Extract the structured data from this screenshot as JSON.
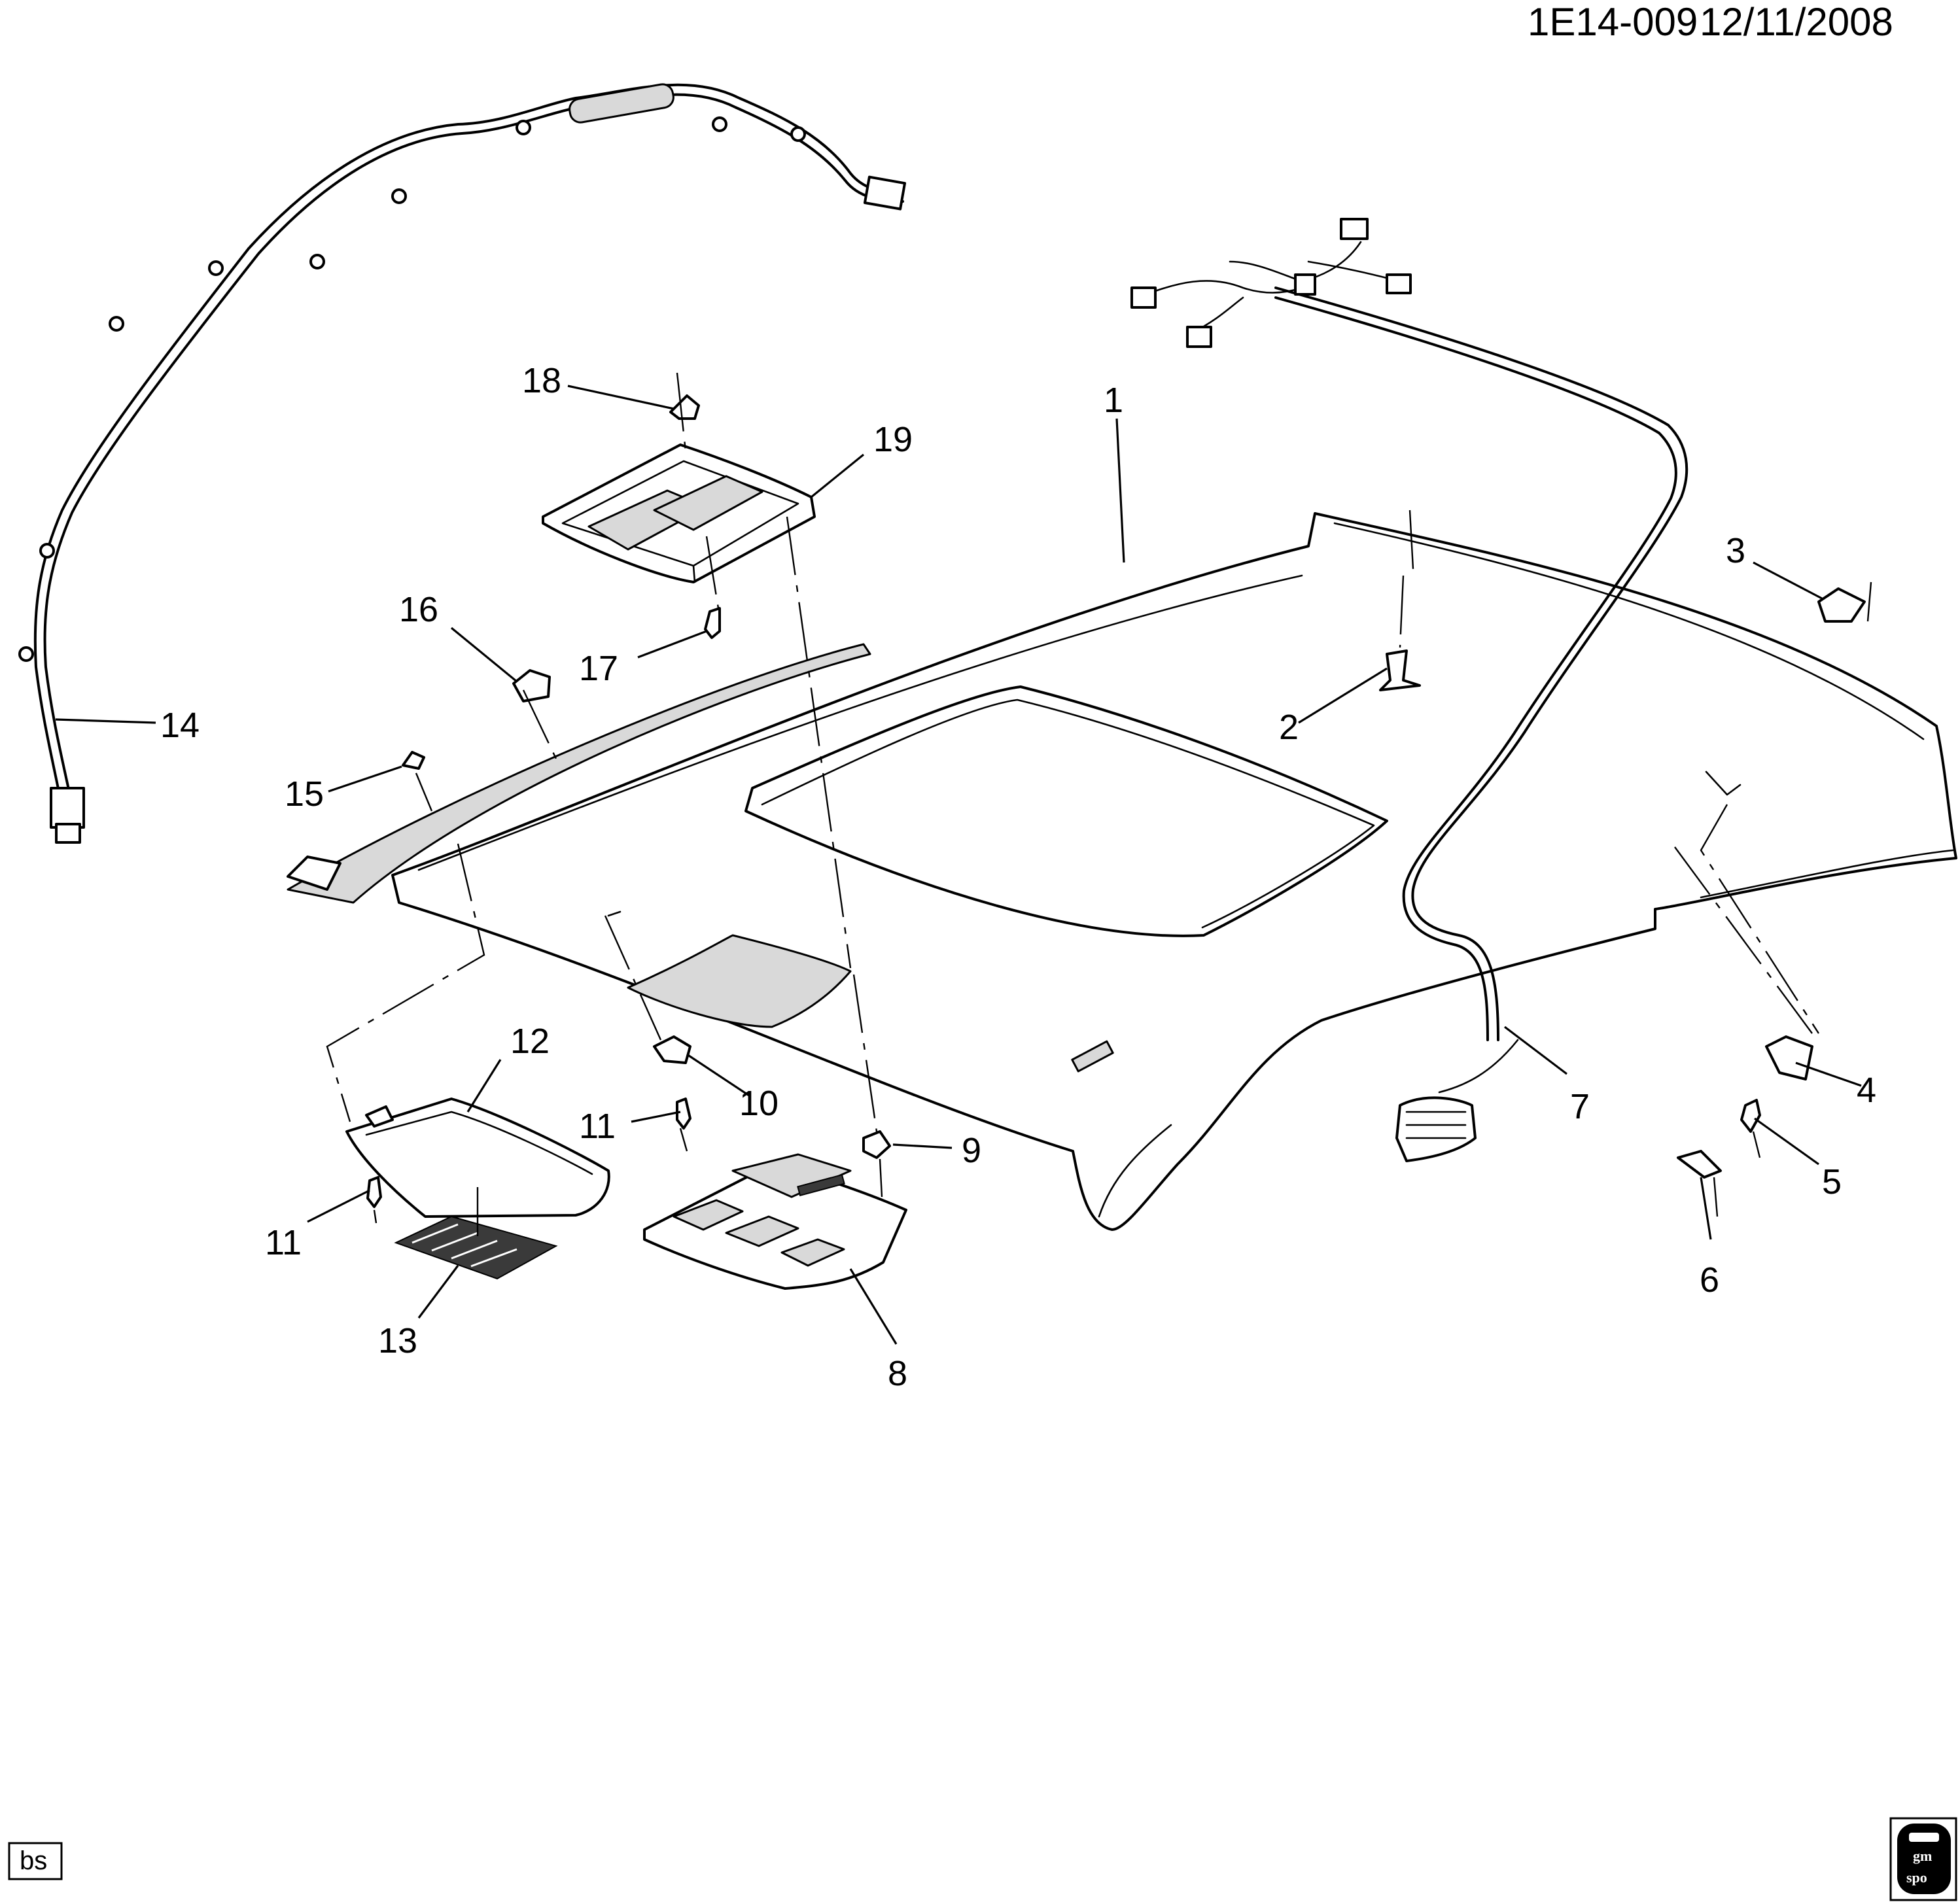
{
  "header": {
    "code": "1E14-009",
    "date": "12/11/2008"
  },
  "corner_tag": "bs",
  "logo": {
    "top": "gm",
    "bottom": "spo"
  },
  "callouts": {
    "c1": "1",
    "c2": "2",
    "c3": "3",
    "c4": "4",
    "c5": "5",
    "c6": "6",
    "c7": "7",
    "c8": "8",
    "c9": "9",
    "c10": "10",
    "c11a": "11",
    "c11b": "11",
    "c12": "12",
    "c13": "13",
    "c14": "14",
    "c15": "15",
    "c16": "16",
    "c17": "17",
    "c18": "18",
    "c19": "19"
  }
}
